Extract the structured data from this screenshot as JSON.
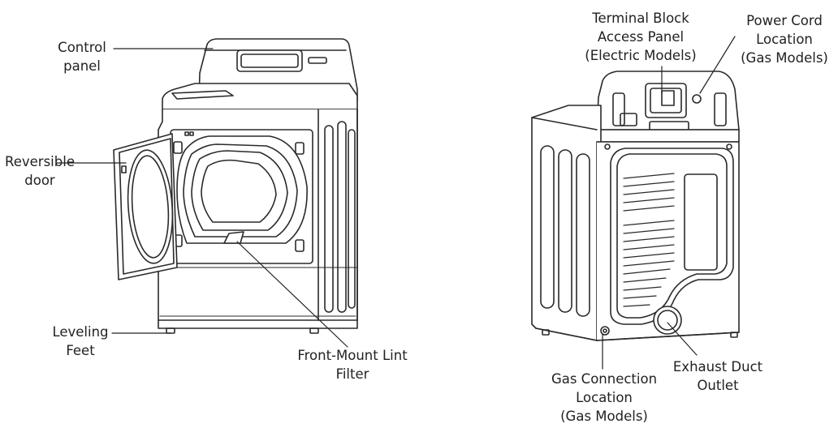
{
  "front_view": {
    "labels": {
      "control_panel": [
        "Control",
        "panel"
      ],
      "reversible_door": [
        "Reversible",
        "door"
      ],
      "leveling_feet": [
        "Leveling",
        "Feet"
      ],
      "lint_filter": [
        "Front-Mount Lint",
        "Filter"
      ]
    }
  },
  "rear_view": {
    "labels": {
      "terminal_block": [
        "Terminal Block",
        "Access Panel",
        "(Electric Models)"
      ],
      "power_cord": [
        "Power Cord",
        "Location",
        "(Gas Models)"
      ],
      "gas_connection": [
        "Gas Connection",
        "Location",
        "(Gas Models)"
      ],
      "exhaust_duct": [
        "Exhaust Duct",
        "Outlet"
      ]
    }
  },
  "colors": {
    "line": "#2a2a2a",
    "text": "#222222",
    "background": "#ffffff"
  }
}
